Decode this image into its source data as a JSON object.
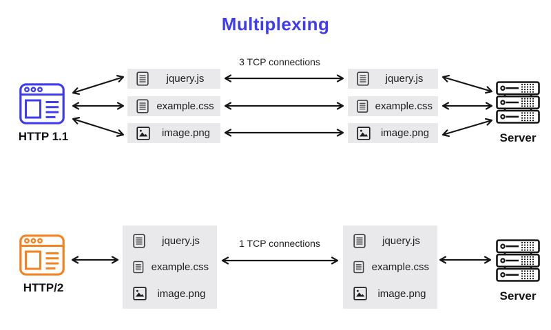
{
  "title": "Multiplexing",
  "colors": {
    "accent_blue": "#3e3bf0",
    "accent_orange": "#f5821f",
    "box_bg": "#e9e8ea",
    "ink": "#161616"
  },
  "http1": {
    "client_label": "HTTP 1.1",
    "connection_label": "3 TCP connections",
    "server_label": "Server",
    "client_files": [
      {
        "name": "jquery.js",
        "icon": "document-icon"
      },
      {
        "name": "example.css",
        "icon": "document-icon"
      },
      {
        "name": "image.png",
        "icon": "image-icon"
      }
    ],
    "server_files": [
      {
        "name": "jquery.js",
        "icon": "document-icon"
      },
      {
        "name": "example.css",
        "icon": "document-icon"
      },
      {
        "name": "image.png",
        "icon": "image-icon"
      }
    ]
  },
  "http2": {
    "client_label": "HTTP/2",
    "connection_label": "1 TCP connections",
    "server_label": "Server",
    "client_files": [
      {
        "name": "jquery.js",
        "icon": "document-icon"
      },
      {
        "name": "example.css",
        "icon": "document-icon"
      },
      {
        "name": "image.png",
        "icon": "image-icon"
      }
    ],
    "server_files": [
      {
        "name": "jquery.js",
        "icon": "document-icon"
      },
      {
        "name": "example.css",
        "icon": "document-icon"
      },
      {
        "name": "image.png",
        "icon": "image-icon"
      }
    ]
  }
}
